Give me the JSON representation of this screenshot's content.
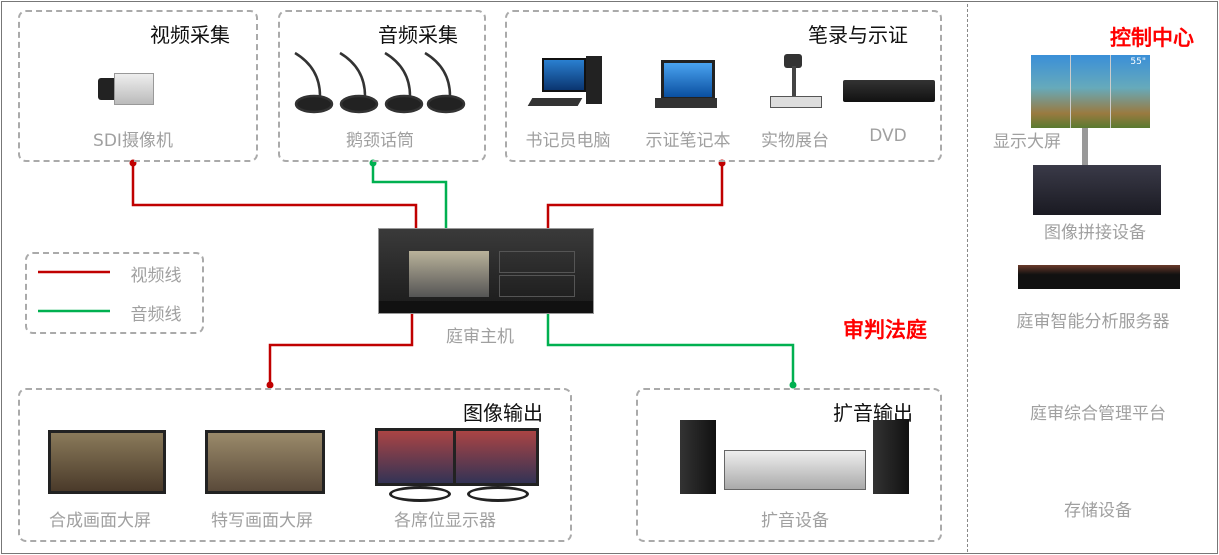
{
  "video_capture": {
    "title": "视频采集",
    "device": "SDI摄像机"
  },
  "audio_capture": {
    "title": "音频采集",
    "device": "鹅颈话筒"
  },
  "record_evidence": {
    "title": "笔录与示证",
    "devices": [
      "书记员电脑",
      "示证笔记本",
      "实物展台",
      "DVD"
    ]
  },
  "host": {
    "label": "庭审主机"
  },
  "legend": {
    "video_line": "视频线",
    "audio_line": "音频线"
  },
  "courtroom": {
    "label": "审判法庭"
  },
  "image_output": {
    "title": "图像输出",
    "devices": [
      "合成画面大屏",
      "特写画面大屏",
      "各席位显示器"
    ]
  },
  "audio_output": {
    "title": "扩音输出",
    "device": "扩音设备"
  },
  "control_center": {
    "title": "控制中心",
    "display_size": "55\"",
    "items": [
      "显示大屏",
      "图像拼接设备",
      "庭审智能分析服务器",
      "庭审综合管理平台",
      "存储设备"
    ]
  },
  "colors": {
    "video": "#c00000",
    "audio": "#00b050",
    "accent": "#ff0000"
  }
}
